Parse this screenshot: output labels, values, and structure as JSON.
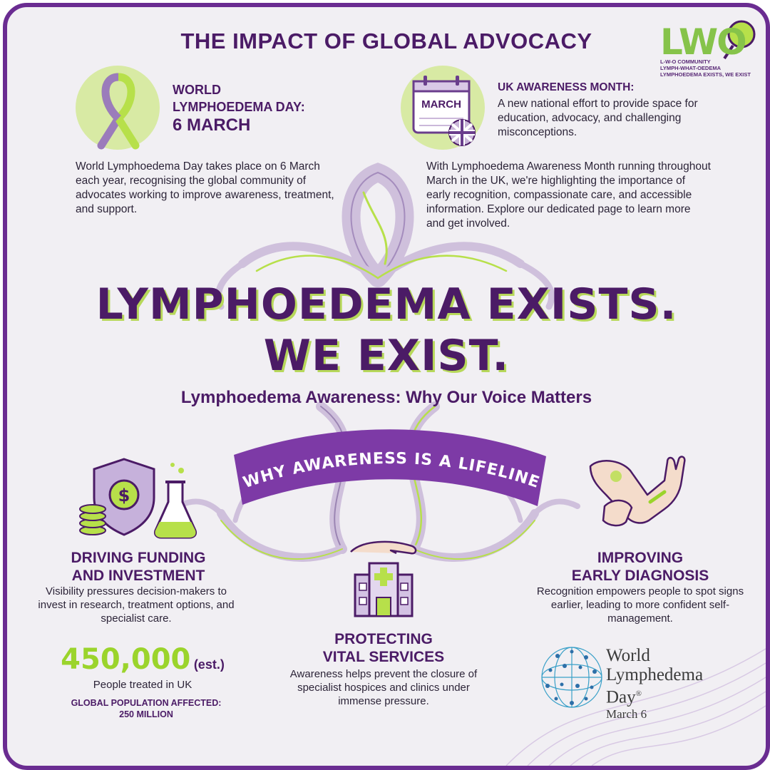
{
  "header": {
    "title": "THE IMPACT OF GLOBAL ADVOCACY"
  },
  "logo": {
    "mark": "LWO",
    "line1": "L-W-O COMMUNITY",
    "line2": "LYMPH-WHAT-OEDEMA",
    "line3": "LYMPHOEDEMA EXISTS, WE EXIST"
  },
  "world_day": {
    "title_line1": "WORLD",
    "title_line2": "LYMPHOEDEMA DAY:",
    "date": "6 MARCH",
    "body": "World Lymphoedema Day takes place on 6 March each year, recognising the global community of advocates working to improve awareness, treatment, and support."
  },
  "uk_month": {
    "calendar_label": "MARCH",
    "title": "UK AWARENESS MONTH:",
    "intro": "A new national effort to provide space for education, advocacy, and challenging misconceptions.",
    "body": "With Lymphoedema Awareness Month running throughout March in the UK, we're highlighting the importance of early recognition, compassionate care, and accessible information. Explore our dedicated page to learn more and get involved."
  },
  "headline": {
    "line1": "LYMPHOEDEMA EXISTS.",
    "line2": "WE EXIST.",
    "subtitle": "Lymphoedema Awareness: Why Our Voice Matters"
  },
  "banner": {
    "text": "WHY AWARENESS IS A LIFELINE"
  },
  "funding": {
    "title_line1": "DRIVING FUNDING",
    "title_line2": "AND INVESTMENT",
    "body": "Visibility pressures decision-makers to invest in research, treatment options, and specialist care."
  },
  "stats": {
    "number": "450,000",
    "est": "(est.)",
    "label": "People treated in UK",
    "global_line1": "GLOBAL POPULATION AFFECTED:",
    "global_line2": "250 MILLION"
  },
  "services": {
    "title_line1": "PROTECTING",
    "title_line2": "VITAL SERVICES",
    "body": "Awareness helps prevent the closure of specialist hospices and clinics under immense pressure."
  },
  "diagnosis": {
    "title_line1": "IMPROVING",
    "title_line2": "EARLY DIAGNOSIS",
    "body": "Recognition empowers people to spot signs earlier, leading to more confident self-management."
  },
  "wld_logo": {
    "line1": "World",
    "line2": "Lymphedema",
    "line3": "Day",
    "reg": "®",
    "line4": "March 6"
  },
  "icons": [
    "awareness-ribbon-icon",
    "calendar-icon",
    "uk-flag-icon",
    "shield-dollar-icon",
    "coins-icon",
    "flask-icon",
    "hospital-icon",
    "caring-hand-icon",
    "arm-icon",
    "globe-dots-icon",
    "magnifier-icon"
  ],
  "colors": {
    "purple": "#4b1b66",
    "border": "#6a2c91",
    "green": "#9bd42c",
    "lavender": "#c9b6d8",
    "background": "#f1eff3"
  }
}
